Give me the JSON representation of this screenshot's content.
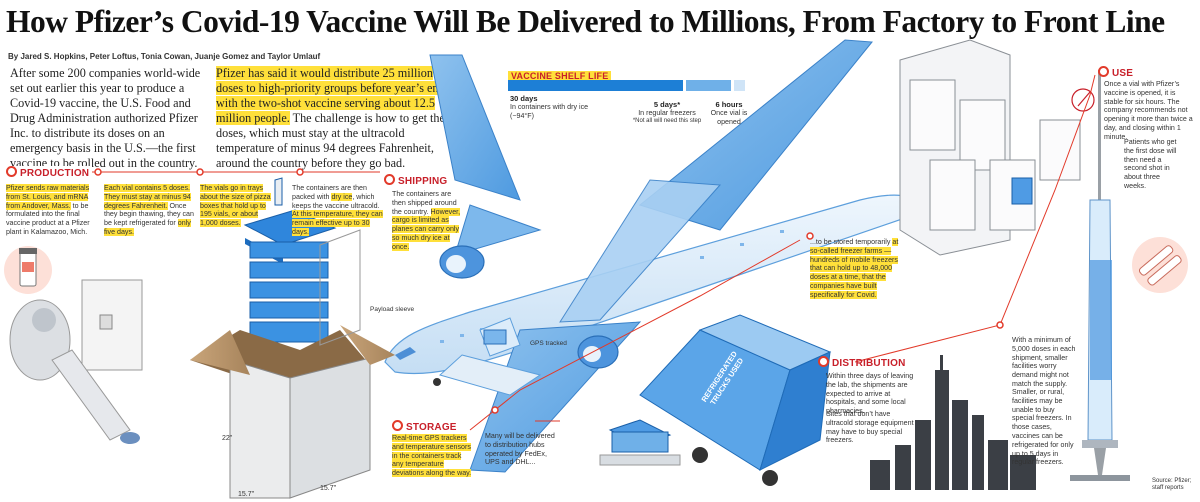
{
  "headline": "How Pfizer’s Covid-19 Vaccine Will Be Delivered to Millions, From Factory to Front Line",
  "byline": "By Jared S. Hopkins, Peter Loftus, Tonia Cowan, Juanje Gomez and Taylor Umlauf",
  "intro": {
    "p1": "After some 200 companies world-wide set out earlier this year to produce a Covid-19 vaccine, the U.S. Food and Drug Administration authorized Pfizer Inc. to distribute its doses on an emergency basis in the U.S.—the first vaccine to be rolled out in the country.",
    "p2_highlight": "Pfizer has said it would distribute 25 million doses to high-priority groups before year’s end, with the two-shot vaccine serving about 12.5 million people.",
    "p2_rest": " The challenge is how to get the doses, which must stay at the ultracold temperature of minus 94 degrees Fahrenheit, around the country before they go bad."
  },
  "shelf_life": {
    "heading": "VACCINE SHELF LIFE",
    "items": [
      {
        "value": "30 days",
        "desc": "In containers with dry ice (−94°F)",
        "fraction": 0.74
      },
      {
        "value": "5 days*",
        "desc": "In regular freezers",
        "note": "*Not all will need this step",
        "fraction": 0.2
      },
      {
        "value": "6 hours",
        "desc": "Once vial is opened",
        "fraction": 0.06
      }
    ]
  },
  "production": {
    "heading": "PRODUCTION",
    "col1_hl": "Pfizer sends raw materials from St. Louis, and mRNA from Andover, Mass.",
    "col1_rest": " to be formulated into the final vaccine product at a Pfizer plant in Kalamazoo, Mich.",
    "col2_hl": "Each vial contains 5 doses. They must stay at minus 94 degrees Fahrenheit.",
    "col2_rest": " Once they begin thawing, they can be kept refrigerated for ",
    "col2_hl2": "only five days.",
    "col3_hl": "The vials go in trays about the size of pizza boxes that hold up to 195 vials, or about 1,000 doses.",
    "col4_a": "The containers are then packed with ",
    "col4_hl": "dry ice",
    "col4_b": ", which keeps the vaccine ultracold. ",
    "col4_hl2": "At this temperature, they can remain effective up to 30 days."
  },
  "shipping": {
    "heading": "SHIPPING",
    "text_a": "The containers are then shipped around the country. ",
    "text_hl": "However, cargo is limited as planes can carry only so much dry ice at once."
  },
  "storage": {
    "heading": "STORAGE",
    "text_hl": "Real-time GPS trackers and temperature sensors in the containers track any temperature deviations along the way.",
    "hubs": "Many will be delivered to distribution hubs operated by FedEx, UPS and DHL..."
  },
  "freezer_farms": {
    "lead": "...to be stored temporarily ",
    "text_hl": "at so-called freezer farms — hundreds of mobile freezers that can hold up to 48,000 doses at a time, that the companies have built specifically for Covid."
  },
  "distribution": {
    "heading": "DISTRIBUTION",
    "text1": "Within three days of leaving the lab, the shipments are expected to arrive at hospitals, and some local pharmacies.",
    "text2": "Sites that don’t have ultracold storage equipment may have to buy special freezers.",
    "minimum": "With a minimum of 5,000 doses in each shipment, smaller facilities worry demand might not match the supply.",
    "rural": "Smaller, or rural, facilities may be unable to buy special freezers. In those cases, vaccines can be refrigerated for only up to 5 days in regular freezers."
  },
  "use": {
    "heading": "USE",
    "text1": "Once a vial with Pfizer’s vaccine is opened, it is stable for six hours. The company recommends not opening it more than twice a day, and closing within 1 minute.",
    "text2": "Patients who get the first dose will then need a second shot in about three weeks."
  },
  "labels": {
    "payload": "Payload sleeve",
    "gps": "GPS tracked",
    "truck": "REFRIGERATED TRUCKS USED",
    "dim_h": "22\"",
    "dim_w": "15.7\"",
    "dim_d": "15.7\""
  },
  "source": "Source: Pfizer; staff reports",
  "colors": {
    "accent_red": "#c8202a",
    "highlight": "#ffe03a",
    "vaccine_blue": "#1d7fd6",
    "plane_blue": "#6fb0e8"
  }
}
